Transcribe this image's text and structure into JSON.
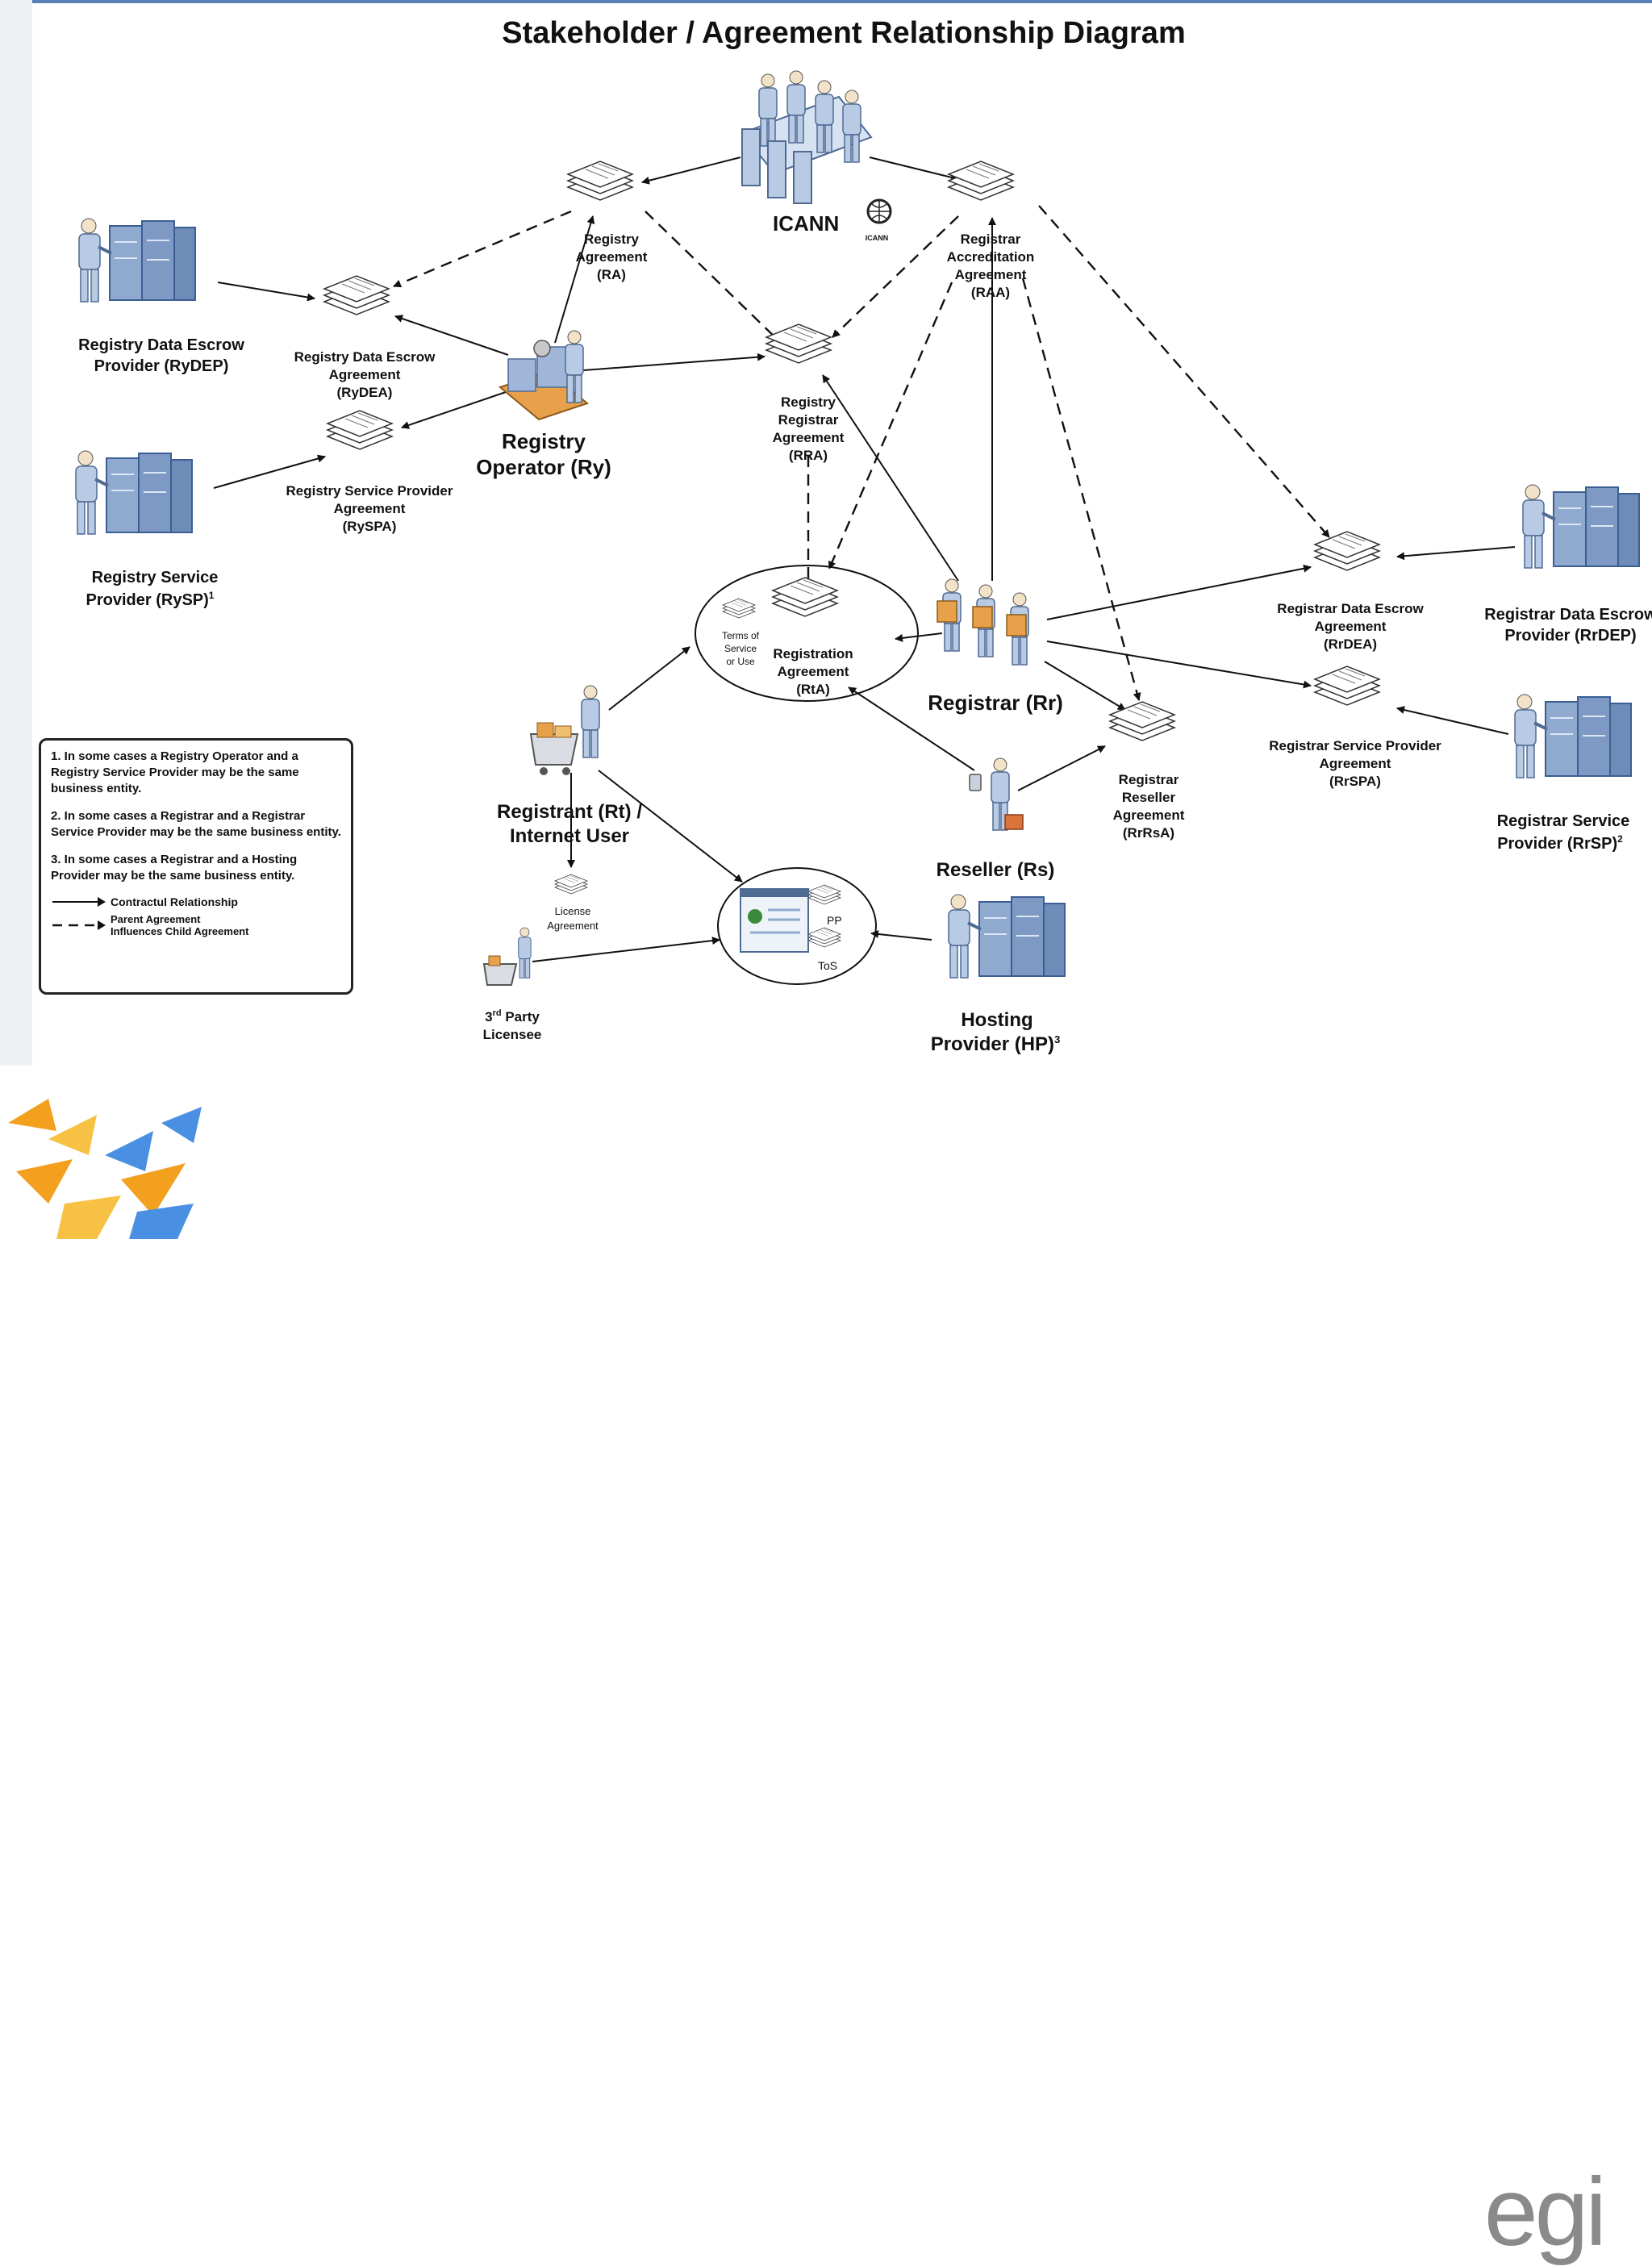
{
  "title": "Stakeholder / Agreement Relationship Diagram",
  "entities": {
    "icann": "ICANN",
    "icann_logo": "ICANN",
    "rydep": [
      "Registry Data Escrow",
      "Provider (RyDEP)"
    ],
    "rysp": [
      "Registry Service",
      "Provider (RySP)"
    ],
    "rysp_sup": "1",
    "ry": [
      "Registry",
      "Operator (Ry)"
    ],
    "rr": "Registrar (Rr)",
    "rrdep": [
      "Registrar Data Escrow",
      "Provider (RrDEP)"
    ],
    "rrsp": [
      "Registrar Service",
      "Provider (RrSP)"
    ],
    "rrsp_sup": "2",
    "rt": [
      "Registrant (Rt) /",
      "Internet User"
    ],
    "rs": "Reseller (Rs)",
    "hp": [
      "Hosting",
      "Provider (HP)"
    ],
    "hp_sup": "3",
    "lic": [
      "3",
      "rd",
      " Party",
      "Licensee"
    ]
  },
  "agreements": {
    "ra": [
      "Registry",
      "Agreement",
      "(RA)"
    ],
    "raa": [
      "Registrar",
      "Accreditation",
      "Agreement",
      "(RAA)"
    ],
    "rydea": [
      "Registry Data Escrow",
      "Agreement",
      "(RyDEA)"
    ],
    "ryspa": [
      "Registry Service Provider",
      "Agreement",
      "(RySPA)"
    ],
    "rra": [
      "Registry",
      "Registrar",
      "Agreement",
      "(RRA)"
    ],
    "rta": [
      "Registration",
      "Agreement",
      "(RtA)"
    ],
    "tos": [
      "Terms of",
      "Service",
      "or Use"
    ],
    "rrdea": [
      "Registrar Data Escrow",
      "Agreement",
      "(RrDEA)"
    ],
    "rrspa": [
      "Registrar Service Provider",
      "Agreement",
      "(RrSPA)"
    ],
    "rrrsa": [
      "Registrar",
      "Reseller",
      "Agreement",
      "(RrRsA)"
    ],
    "license": [
      "License",
      "Agreement"
    ],
    "pp": "PP",
    "tos_short": "ToS"
  },
  "notes": [
    "1. In some cases a Registry Operator and a Registry Service Provider may be the same business entity.",
    "2. In some cases a Registrar and a Registrar Service Provider may be the same business entity.",
    "3. In some cases a Registrar and a Hosting Provider may be the same business entity."
  ],
  "legend": {
    "solid": "Contractul Relationship",
    "dashed_1": "Parent Agreement",
    "dashed_2": "Influences Child Agreement"
  },
  "footer": {
    "egi_logo_text": "egi"
  },
  "colors": {
    "panel_border": "#5b7fb7",
    "server_blue": "#8fa9cf",
    "person_blue": "#b9cbe4",
    "orange": "#e8a04a",
    "egi_gray": "#8a8a8a"
  }
}
